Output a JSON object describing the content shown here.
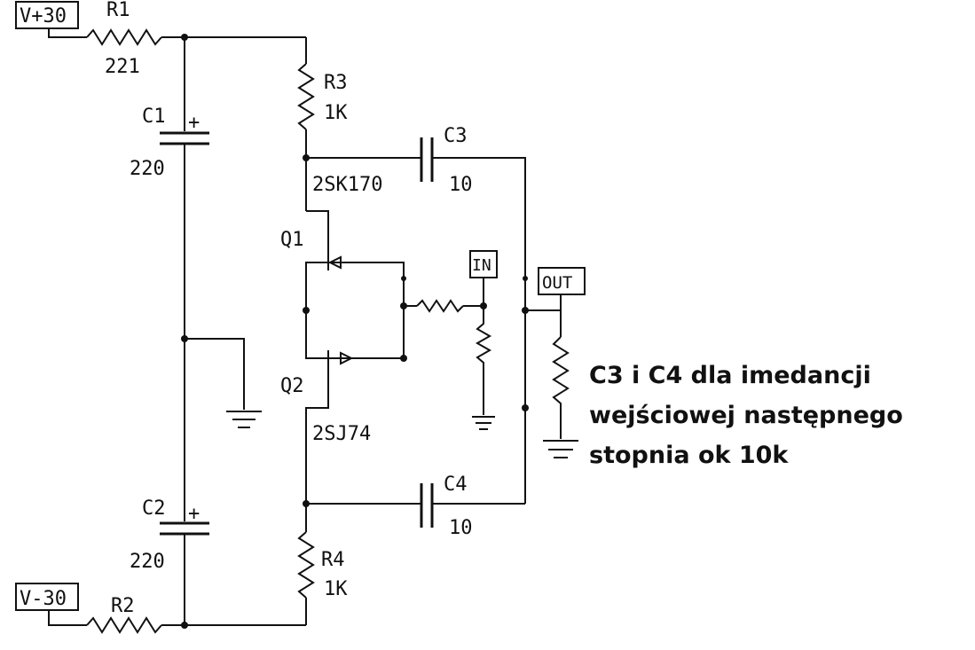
{
  "terminals": {
    "vpos": "V+30",
    "vneg": "V-30",
    "input": "IN",
    "output": "OUT"
  },
  "components": {
    "r1": {
      "name": "R1",
      "value": "221"
    },
    "r2": {
      "name": "R2"
    },
    "r3": {
      "name": "R3",
      "value": "1K"
    },
    "r4": {
      "name": "R4",
      "value": "1K"
    },
    "c1": {
      "name": "C1",
      "value": "220",
      "polarity": "+"
    },
    "c2": {
      "name": "C2",
      "value": "220",
      "polarity": "+"
    },
    "c3": {
      "name": "C3",
      "value": "10"
    },
    "c4": {
      "name": "C4",
      "value": "10"
    },
    "q1": {
      "name": "Q1",
      "part": "2SK170"
    },
    "q2": {
      "name": "Q2",
      "part": "2SJ74"
    }
  },
  "annotation": {
    "lines": [
      "C3 i C4 dla imedancji",
      "wejściowej następnego",
      "stopnia ok 10k"
    ]
  }
}
